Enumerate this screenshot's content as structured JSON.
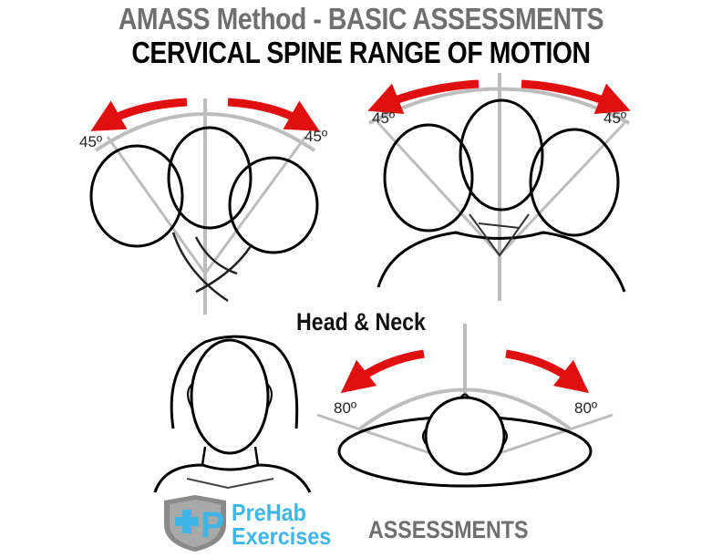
{
  "header": {
    "title": "AMASS Method - BASIC ASSESSMENTS",
    "subtitle": "CERVICAL SPINE RANGE OF MOTION"
  },
  "center_label": "Head & Neck",
  "angles": {
    "flexion_left": "45º",
    "flexion_right": "45º",
    "lateral_left": "45º",
    "lateral_right": "45º",
    "rotation_left": "80º",
    "rotation_right": "80º"
  },
  "logo": {
    "line1": "PreHab",
    "line2": "Exercises",
    "mark": "P"
  },
  "footer": {
    "label": "ASSESSMENTS"
  },
  "colors": {
    "arrow": "#e01010",
    "guide": "#bdbdbd",
    "logo_blue": "#3fb6e5",
    "title_gray": "#6f6f6f"
  }
}
